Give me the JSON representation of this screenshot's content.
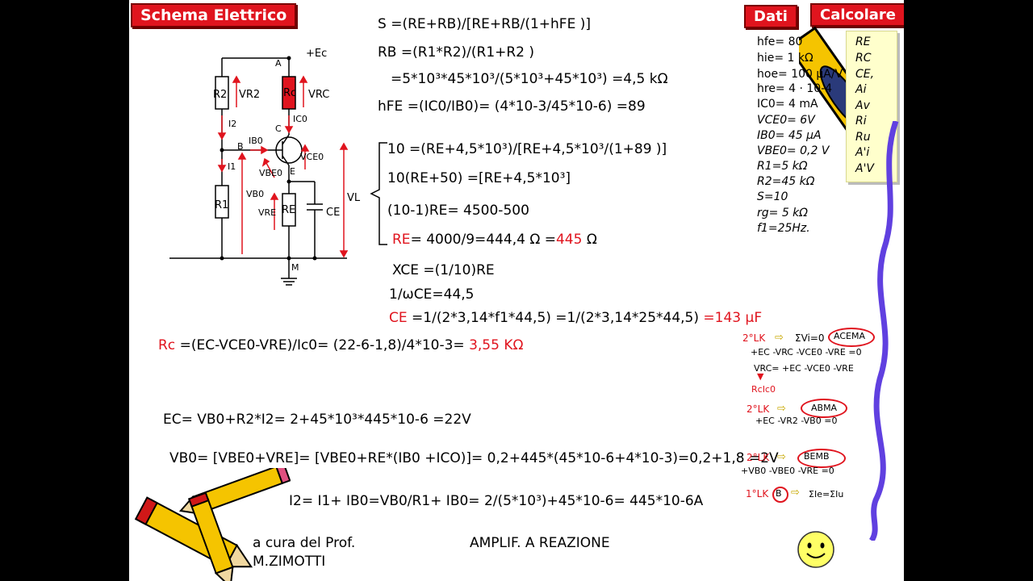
{
  "titles": {
    "schema": "Schema Elettrico",
    "dati": "Dati",
    "calcolare": "Calcolare"
  },
  "circuit": {
    "ec": "+Ec",
    "a": "A",
    "r2": "R2",
    "vr2": "VR2",
    "rc": "Rc",
    "vrc": "VRC",
    "i2": "I2",
    "ic0": "IC0",
    "c": "C",
    "ib0": "IB0",
    "b": "B",
    "vce0": "VCE0",
    "i1": "I1",
    "vbe0": "VBE0",
    "e": "E",
    "vb0": "VB0",
    "r1": "R1",
    "vre": "VRE",
    "re": "RE",
    "ce": "CE",
    "vl": "VL",
    "m": "M"
  },
  "formulas": {
    "s": "S =(RE+RB)/[RE+RB/(1+hFE )]",
    "rb": "RB =(R1*R2)/(R1+R2 )",
    "rb2": "=5*10³*45*10³/(5*10³+45*10³) =4,5 kΩ",
    "hfe": "hFE =(IC0/IB0)= (4*10-3/45*10-6) =89",
    "sys1": "10 =(RE+4,5*10³)/[RE+4,5*10³/(1+89 )]",
    "sys2": "10(RE+50) =[RE+4,5*10³]",
    "sys3": "(10-1)RE= 4500-500",
    "sys4_label": "RE",
    "sys4_mid": "= 4000/9=444,4 Ω =",
    "sys4_val": "445",
    "sys4_unit": " Ω",
    "xce": "XCE =(1/10)RE",
    "wce": "1/ωCE=44,5",
    "ce_label": "CE",
    "ce_mid": " =1/(2*3,14*f1*44,5) =1/(2*3,14*25*44,5) ",
    "ce_val": "=143 μF",
    "rc_label": "Rc",
    "rc_mid": " =(EC-VCE0-VRE)/Ic0= (22-6-1,8)/4*10-3= ",
    "rc_val": "3,55 KΩ",
    "ec": "EC= VB0+R2*I2= 2+45*10³*445*10-6 =22V",
    "vb0": "VB0= [VBE0+VRE]= [VBE0+RE*(IB0 +ICO)]= 0,2+445*(45*10-6+4*10-3)=0,2+1,8 =2V",
    "i2": "I2= I1+ IB0=VB0/R1+ IB0= 2/(5*10³)+45*10-6= 445*10-6A"
  },
  "dati": [
    "hfe= 80",
    "hie= 1 kΩ",
    "hoe= 100 μA/V",
    "hre= 4 · 10-4",
    "IC0= 4 mA",
    "VCE0= 6V",
    "IB0= 45 μA",
    "VBE0= 0,2 V",
    "R1=5 kΩ",
    "R2=45 kΩ",
    "S=10",
    "rg= 5 kΩ",
    "f1=25Hz."
  ],
  "calcolare": [
    "RE",
    "RC",
    "CE,",
    "Ai",
    "Av",
    "Ri",
    "Ru",
    "A'i",
    "A'V"
  ],
  "kirchhoff": {
    "k1_label": "2°LK",
    "k1_sum": "ΣVi=0",
    "k1_mesh": "ACEMA",
    "k1_eq": "+EC -VRC -VCE0 -VRE =0",
    "k1_eq2": "VRC= +EC -VCE0 -VRE",
    "k1_res": "RcIc0",
    "k2_label": "2°LK",
    "k2_mesh": "ABMA",
    "k2_eq": "+EC -VR2 -VB0 =0",
    "k3_label": "2°LK",
    "k3_mesh": "BEMB",
    "k3_eq": "+VB0 -VBE0 -VRE =0",
    "k4_label": "1°LK",
    "k4_node": "B",
    "k4_eq": "ΣIe=ΣIu"
  },
  "footer": {
    "author1": "a cura del Prof.",
    "author2": "M.ZIMOTTI",
    "topic": "AMPLIF. A  REAZIONE"
  }
}
